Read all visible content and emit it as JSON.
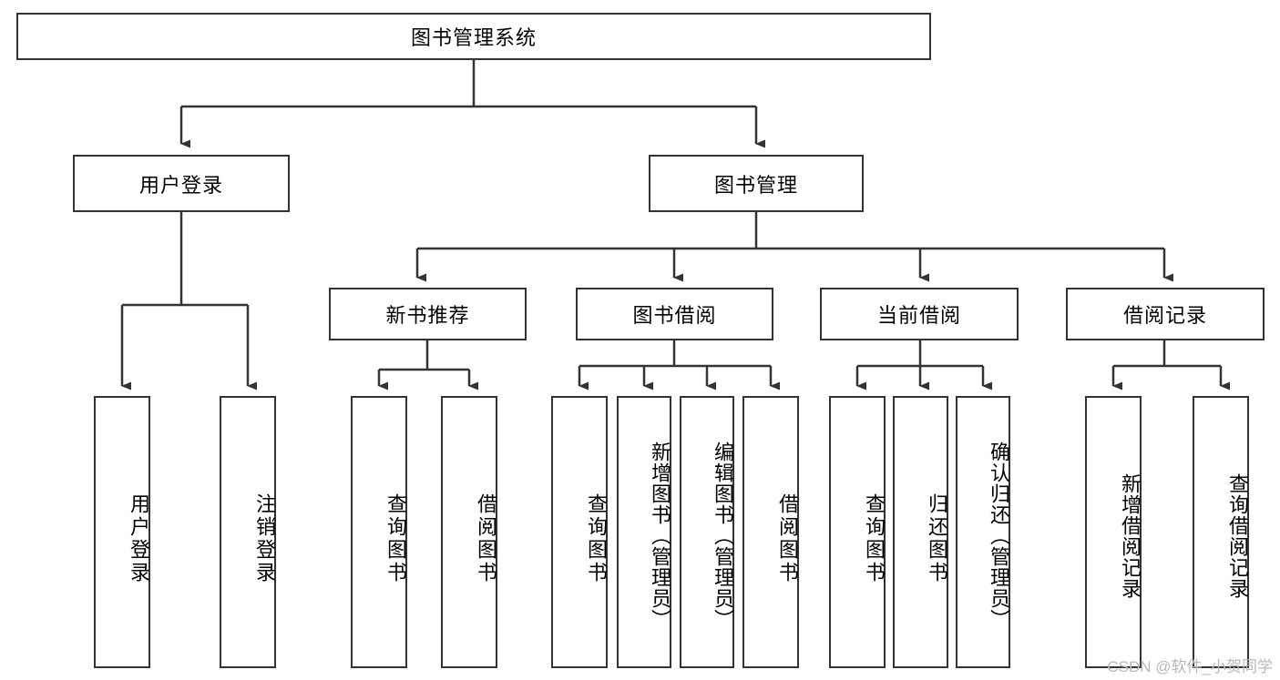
{
  "diagram": {
    "title": "图书管理系统",
    "watermark": "CSDN @软件_小贺同学",
    "line_color": "#333333",
    "box_border_color": "#333333",
    "box_fill_color": "#ffffff",
    "text_color": "#000000",
    "watermark_color": "#b9b9b9",
    "levels": {
      "root": {
        "label": "图书管理系统"
      },
      "level2": [
        {
          "label": "用户登录"
        },
        {
          "label": "图书管理"
        }
      ],
      "level3": [
        {
          "label": "新书推荐"
        },
        {
          "label": "图书借阅"
        },
        {
          "label": "当前借阅"
        },
        {
          "label": "借阅记录"
        }
      ],
      "leaves": [
        {
          "label": "用户登录",
          "parent": "用户登录"
        },
        {
          "label": "注销登录",
          "parent": "用户登录"
        },
        {
          "label": "查询图书",
          "parent": "新书推荐"
        },
        {
          "label": "借阅图书",
          "parent": "新书推荐"
        },
        {
          "label": "查询图书",
          "parent": "图书借阅"
        },
        {
          "label": "新增图书（管理员）",
          "parent": "图书借阅"
        },
        {
          "label": "编辑图书（管理员）",
          "parent": "图书借阅"
        },
        {
          "label": "借阅图书",
          "parent": "图书借阅"
        },
        {
          "label": "查询图书",
          "parent": "当前借阅"
        },
        {
          "label": "归还图书",
          "parent": "当前借阅"
        },
        {
          "label": "确认归还（管理员）",
          "parent": "当前借阅"
        },
        {
          "label": "新增借阅记录",
          "parent": "借阅记录"
        },
        {
          "label": "查询借阅记录",
          "parent": "借阅记录"
        }
      ]
    }
  }
}
